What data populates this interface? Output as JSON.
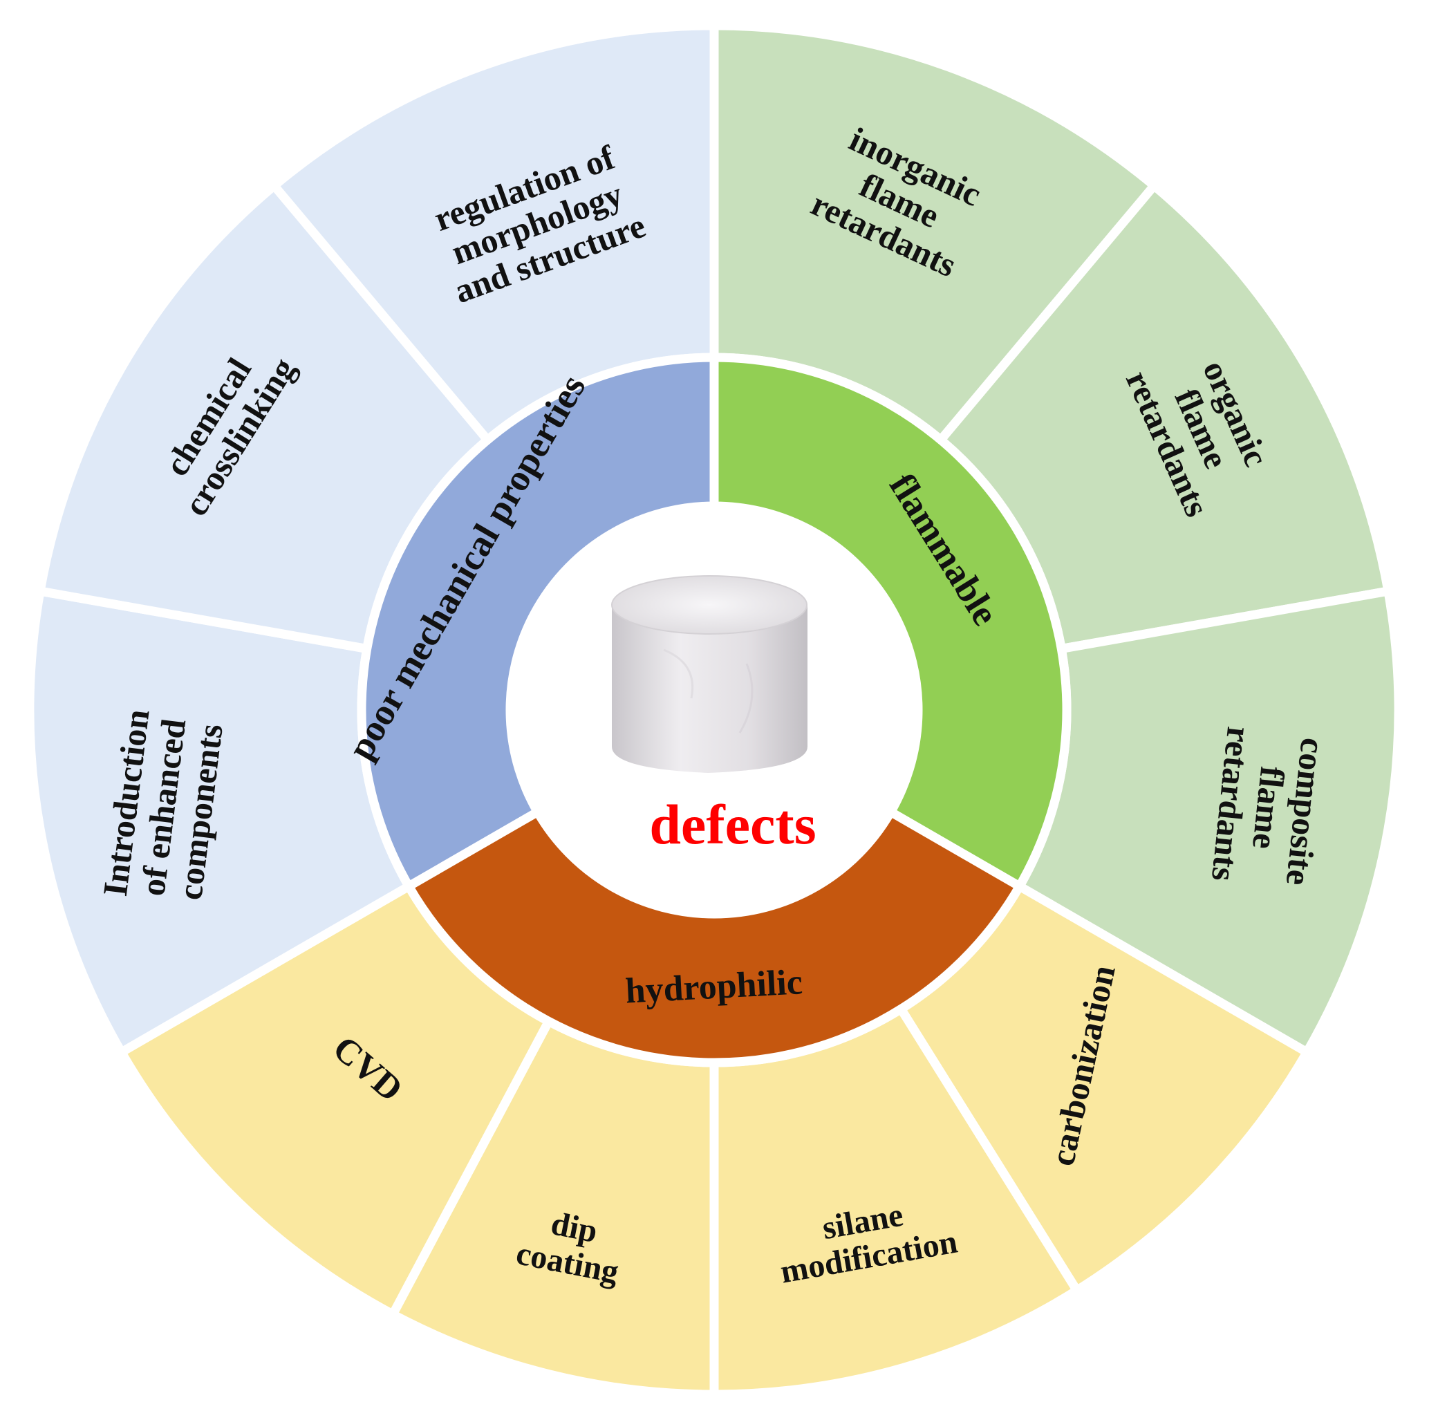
{
  "center": {
    "label": "defects",
    "label_color": "#ff0000",
    "image": "white-cylinder-sample"
  },
  "inner_ring": [
    {
      "id": "mechanical",
      "label": "poor mechanical properties",
      "color": "#91a9da"
    },
    {
      "id": "flammable",
      "label": "flammable",
      "color": "#92cf54"
    },
    {
      "id": "hydrophilic",
      "label": "hydrophilic",
      "color": "#c5570f"
    }
  ],
  "outer_ring": [
    {
      "group": "flammable",
      "lines": [
        "inorganic",
        "flame",
        "retardants"
      ],
      "color": "#c8e0bc"
    },
    {
      "group": "flammable",
      "lines": [
        "organic",
        "flame",
        "retardants"
      ],
      "color": "#c8e0bc"
    },
    {
      "group": "flammable",
      "lines": [
        "composite",
        "flame",
        "retardants"
      ],
      "color": "#c8e0bc"
    },
    {
      "group": "hydrophilic",
      "lines": [
        "carbonization"
      ],
      "color": "#fae8a0"
    },
    {
      "group": "hydrophilic",
      "lines": [
        "silane",
        "modification"
      ],
      "color": "#fae8a0"
    },
    {
      "group": "hydrophilic",
      "lines": [
        "dip",
        "coating"
      ],
      "color": "#fae8a0"
    },
    {
      "group": "hydrophilic",
      "lines": [
        "CVD"
      ],
      "color": "#fae8a0"
    },
    {
      "group": "mechanical",
      "lines": [
        "Introduction",
        "of enhanced",
        "components"
      ],
      "color": "#dfe9f7"
    },
    {
      "group": "mechanical",
      "lines": [
        "chemical",
        "crosslinking"
      ],
      "color": "#dfe9f7"
    },
    {
      "group": "mechanical",
      "lines": [
        "regulation of",
        "morphology",
        "and structure"
      ],
      "color": "#dfe9f7"
    }
  ]
}
